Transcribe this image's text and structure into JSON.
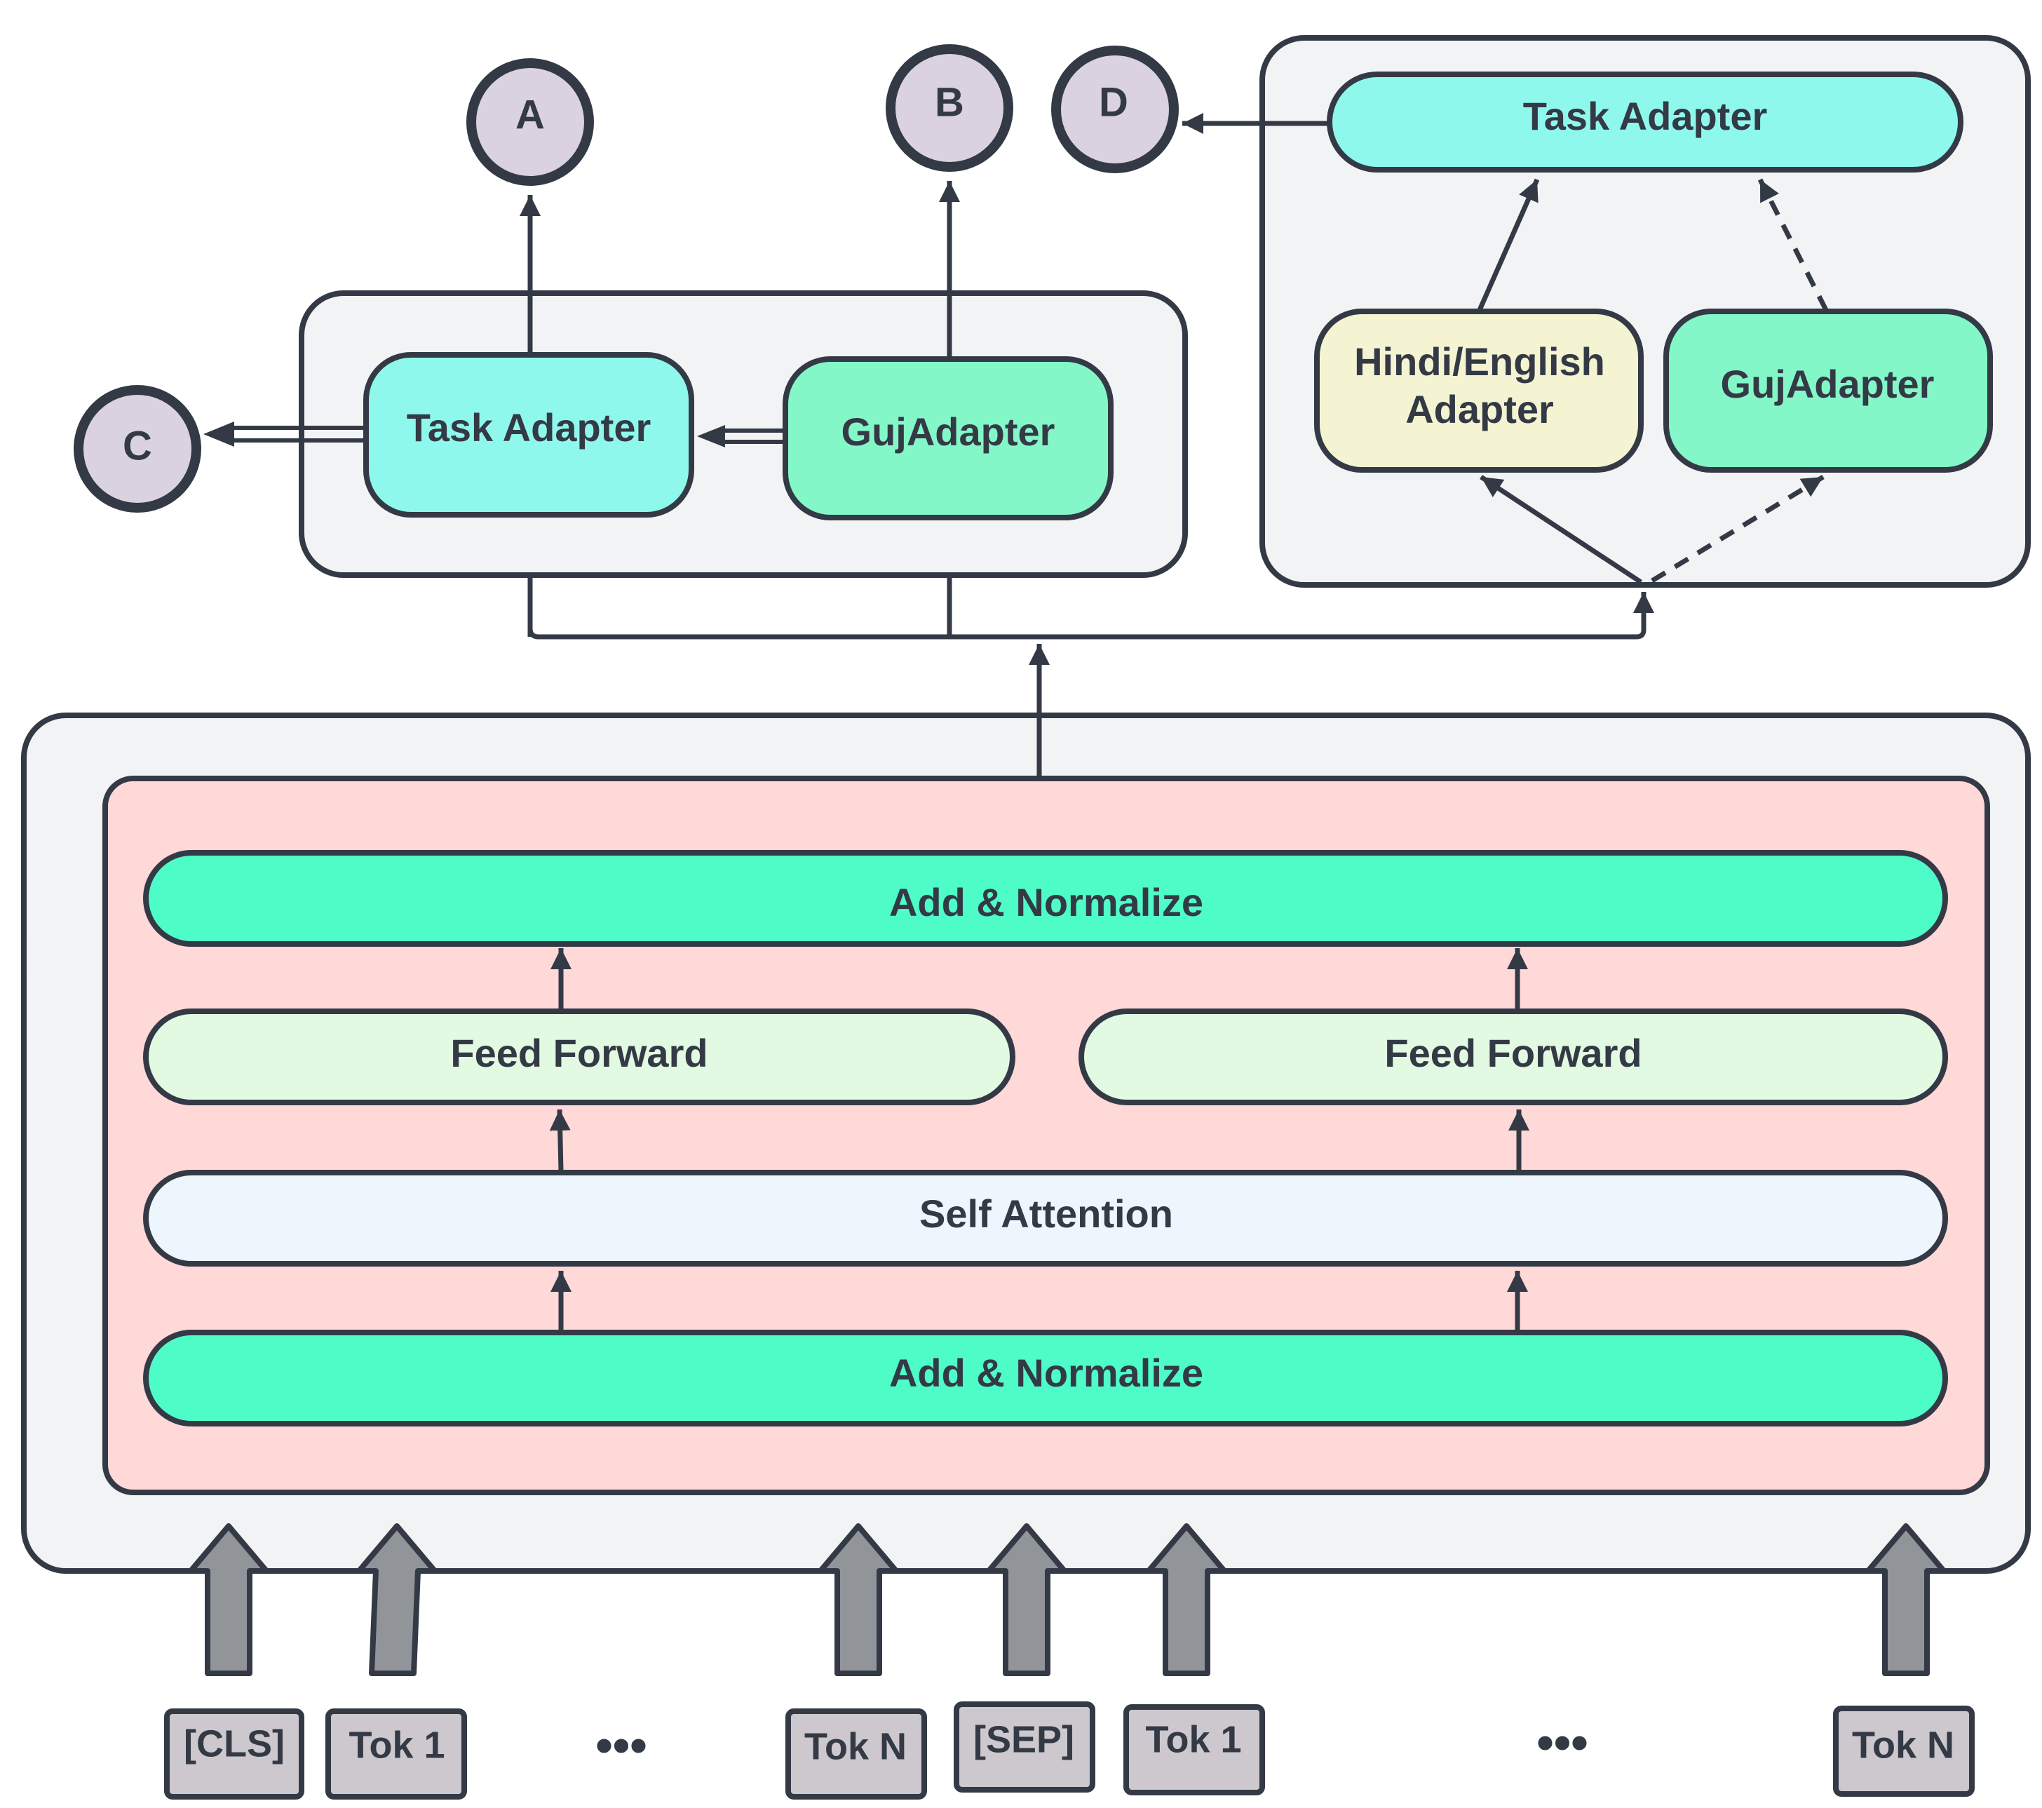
{
  "outputs": {
    "a": "A",
    "b": "B",
    "c": "C",
    "d": "D"
  },
  "adapter_box_1": {
    "task_adapter": "Task Adapter",
    "guj_adapter": "GujAdapter"
  },
  "adapter_box_2": {
    "task_adapter": "Task Adapter",
    "hindi_english_line1": "Hindi/English",
    "hindi_english_line2": "Adapter",
    "guj_adapter": "GujAdapter"
  },
  "encoder": {
    "top_norm": "Add & Normalize",
    "feed_forward_left": "Feed Forward",
    "feed_forward_right": "Feed Forward",
    "self_attention": "Self Attention",
    "bottom_norm": "Add & Normalize"
  },
  "tokens": {
    "t1": "[CLS]",
    "t2": "Tok 1",
    "t3": "Tok N",
    "t4": "[SEP]",
    "t5": "Tok 1",
    "t6": "Tok N",
    "ellipsis1": "•••",
    "ellipsis2": "•••"
  },
  "colors": {
    "outline": "#333a45",
    "outer_box": "#f2f3f5",
    "encoder_block": "#ffd8d8",
    "task_adapter": "#8ff8ec",
    "guj_adapter": "#84f7c8",
    "hindi_adapter": "#f4f4d2",
    "add_normalize": "#4efcc8",
    "feed_forward": "#e2f9e2",
    "self_attention": "#edf5fd",
    "output_circle": "#dad2e0",
    "token_box": "#cdc8cd",
    "token_arrow": "#919499"
  }
}
